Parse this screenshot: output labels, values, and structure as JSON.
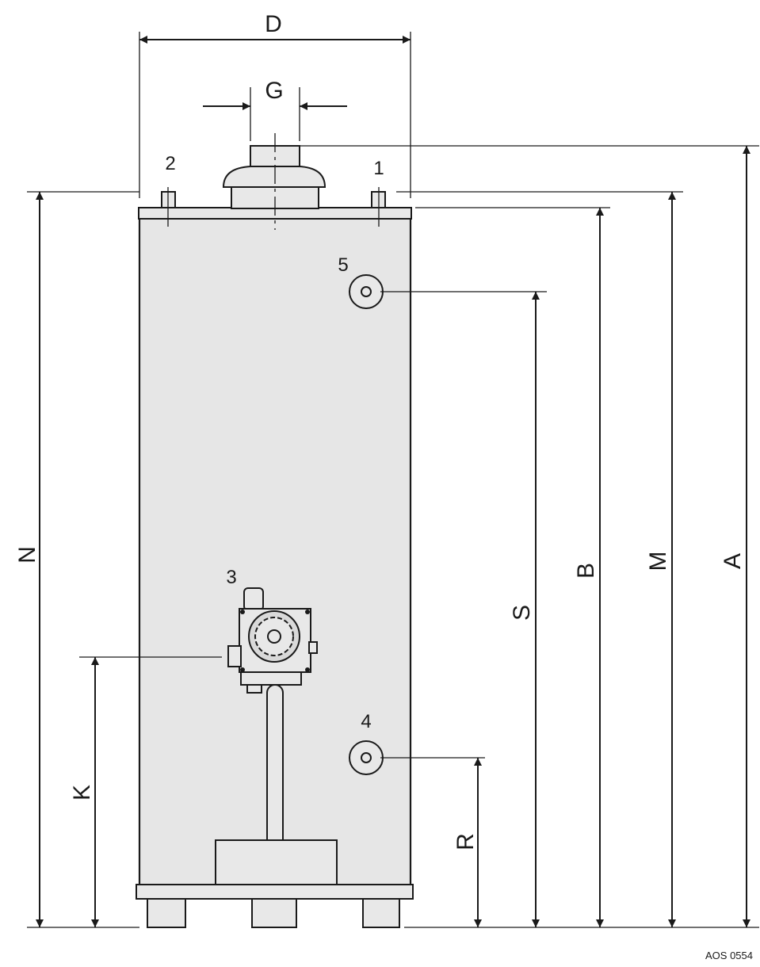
{
  "dimensions": {
    "D": "D",
    "G": "G",
    "N": "N",
    "K": "K",
    "R": "R",
    "S": "S",
    "B": "B",
    "M": "M",
    "A": "A"
  },
  "callouts": {
    "c1": "1",
    "c2": "2",
    "c3": "3",
    "c4": "4",
    "c5": "5"
  },
  "reference": "AOS 0554"
}
